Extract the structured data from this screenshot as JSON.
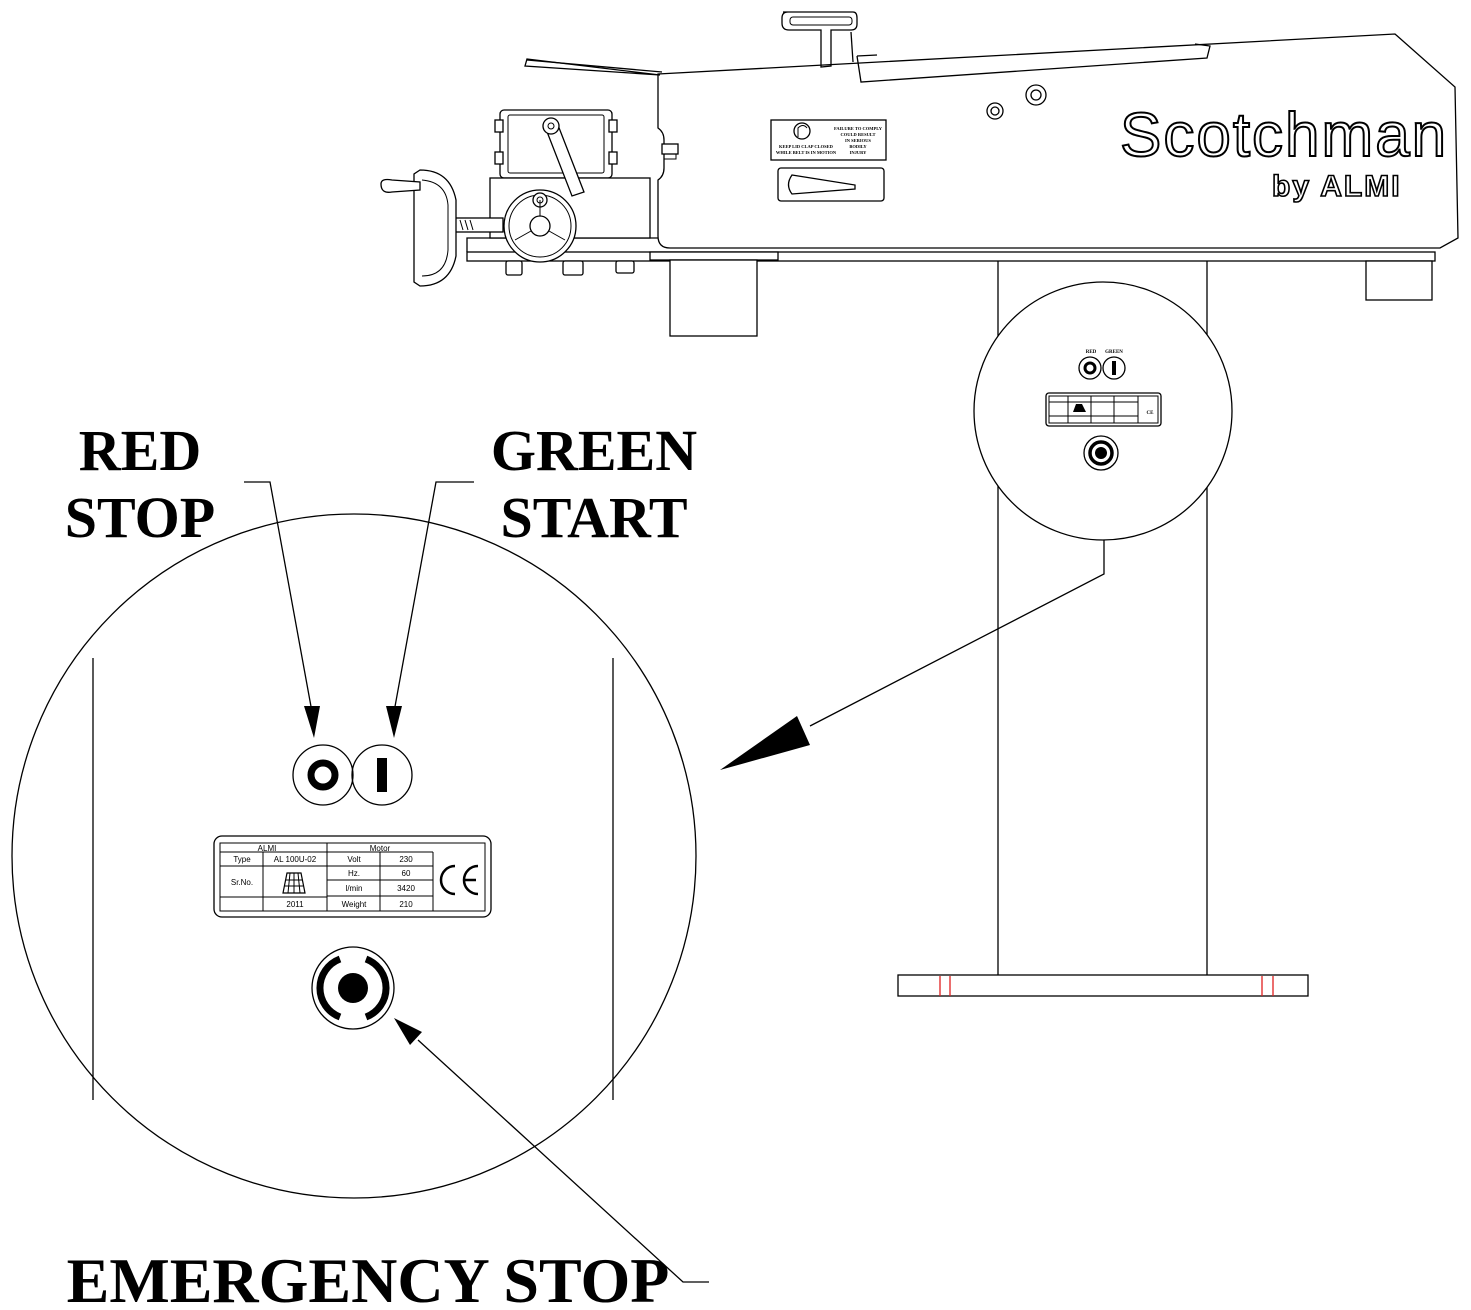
{
  "labels": {
    "red_stop": [
      "RED",
      "STOP"
    ],
    "green_start": [
      "GREEN",
      "START"
    ],
    "emergency_stop": "EMERGENCY STOP",
    "small_red": "RED",
    "small_green": "GREEN"
  },
  "brand": {
    "name": "Scotchman",
    "sub": "by ALMI"
  },
  "safety_sign": {
    "left": [
      "KEEP LID CLAP CLOSED",
      "WHILE BELT IS IN MOTION"
    ],
    "right": [
      "FAILURE TO COMPLY",
      "COULD RESULT",
      "IN SERIOUS",
      "BODILY",
      "INJURY"
    ]
  },
  "nameplate": {
    "header_left": "ALMI",
    "header_right": "Motor",
    "rows": [
      {
        "k1": "Type",
        "v1": "AL 100U-02",
        "k2": "Volt",
        "v2": "230"
      },
      {
        "k1": "Sr.No.",
        "v1": "",
        "k2": "Hz.",
        "v2": "60"
      },
      {
        "k1": "",
        "v1": "",
        "k2": "l/min",
        "v2": "3420"
      },
      {
        "k1": "",
        "v1": "2011",
        "k2": "Weight",
        "v2": "210"
      }
    ],
    "mark": "CE"
  },
  "colors": {
    "line": "#000000",
    "background": "#ffffff",
    "base_marks": "#e02020"
  }
}
